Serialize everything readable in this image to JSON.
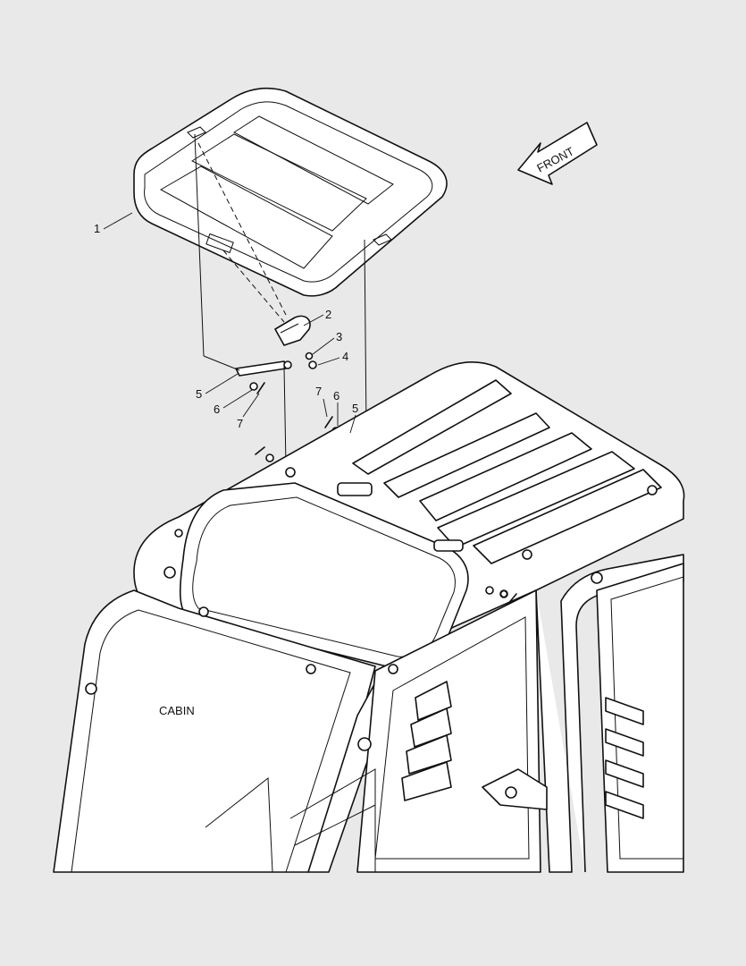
{
  "direction_label": "FRONT",
  "assembly_label": "CABIN",
  "callouts": [
    "1",
    "2",
    "3",
    "4",
    "5",
    "6",
    "7",
    "7",
    "6",
    "5"
  ]
}
